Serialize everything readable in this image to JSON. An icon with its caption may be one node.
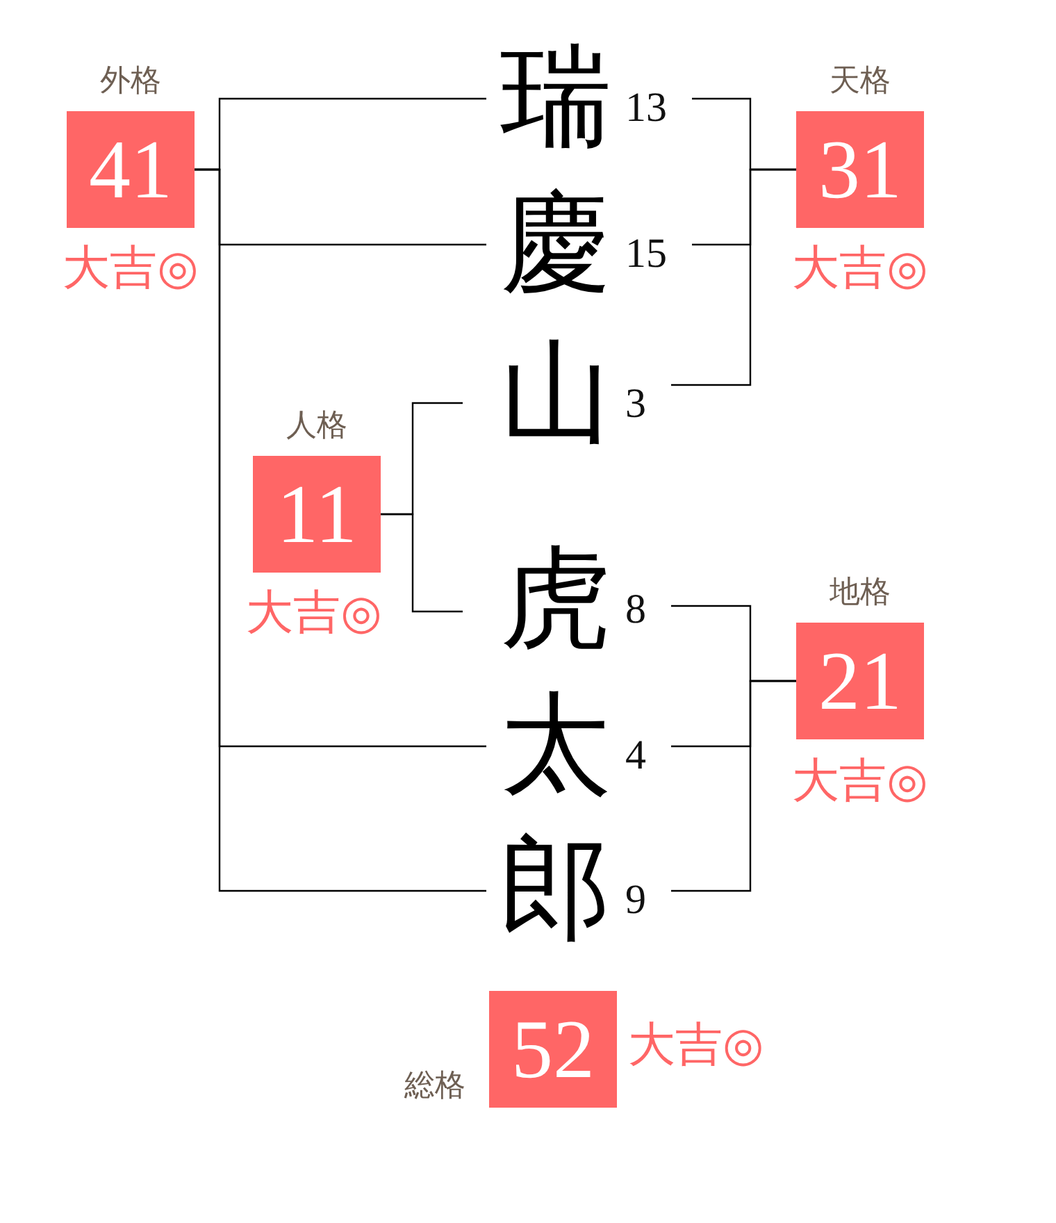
{
  "diagram": {
    "nodes": [
      {
        "text": [
          "外格",
          "41"
        ],
        "beside": [
          "大吉◎"
        ]
      },
      {
        "text": [
          "瑞"
        ],
        "beside": [
          "13"
        ]
      },
      {
        "text": [
          "天格",
          "31"
        ],
        "beside": [
          "大吉◎"
        ]
      },
      {
        "text": [
          "慶"
        ],
        "beside": [
          "15"
        ]
      },
      {
        "text": [
          "山"
        ],
        "beside": [
          "3"
        ]
      },
      {
        "text": [
          "人格",
          "11"
        ],
        "beside": [
          "大吉◎"
        ]
      },
      {
        "text": [
          "虎"
        ],
        "beside": [
          "8"
        ]
      },
      {
        "text": [
          "地格",
          "21"
        ],
        "beside": [
          "大吉◎"
        ]
      },
      {
        "text": [
          "太"
        ],
        "beside": [
          "4"
        ]
      },
      {
        "text": [
          "郎"
        ],
        "beside": [
          "9"
        ]
      },
      {
        "text": [
          "総格",
          "52"
        ],
        "beside": [
          "大吉◎"
        ]
      }
    ],
    "edges": [
      {
        "from": 1,
        "to": 0,
        "arrow": "none"
      },
      {
        "from": 1,
        "to": 2,
        "arrow": "none"
      },
      {
        "from": 3,
        "to": 0,
        "arrow": "none"
      },
      {
        "from": 3,
        "to": 2,
        "arrow": "none"
      },
      {
        "from": 4,
        "to": 2,
        "arrow": "none"
      },
      {
        "from": 4,
        "to": 5,
        "arrow": "none"
      },
      {
        "from": 6,
        "to": 5,
        "arrow": "none"
      },
      {
        "from": 6,
        "to": 7,
        "arrow": "none"
      },
      {
        "from": 8,
        "to": 0,
        "arrow": "none"
      },
      {
        "from": 8,
        "to": 7,
        "arrow": "none"
      },
      {
        "from": 9,
        "to": 0,
        "arrow": "none"
      },
      {
        "from": 9,
        "to": 7,
        "arrow": "none"
      }
    ]
  }
}
